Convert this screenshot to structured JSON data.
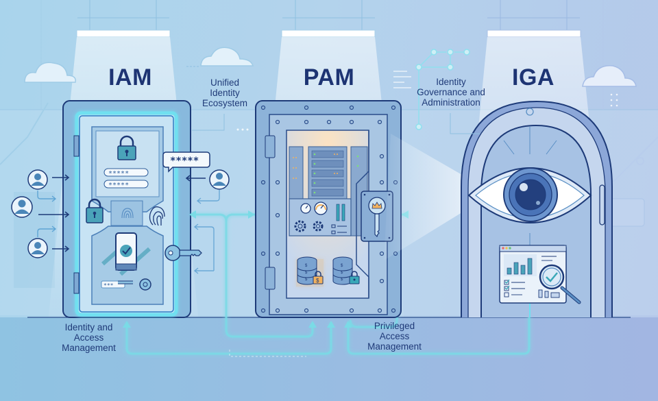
{
  "pillars": [
    {
      "id": "iam",
      "title": "IAM",
      "caption": "Identity and Access Management"
    },
    {
      "id": "pam",
      "title": "PAM",
      "caption": "Privileged Access Management"
    },
    {
      "id": "iga",
      "title": "IGA",
      "caption": "Identity Governance and Administration"
    }
  ],
  "labels": {
    "iam_title": "IAM",
    "pam_title": "PAM",
    "iga_title": "IGA",
    "unified_line1": "Unified",
    "unified_line2": "Identity",
    "unified_line3": "Ecosystem",
    "iga_sub_line1": "Identity",
    "iga_sub_line2": "Governance and",
    "iga_sub_line3": "Administration",
    "iam_caption_line1": "Identity and",
    "iam_caption_line2": "Access",
    "iam_caption_line3": "Management",
    "pam_caption_line1": "Privileged",
    "pam_caption_line2": "Access",
    "pam_caption_line3": "Management",
    "password_mask": "*****",
    "password_short_mask": "***",
    "bubble_mask": "*****",
    "dollar": "$"
  },
  "colors": {
    "navy": "#1d3473",
    "door_blue": "#6e9fd0",
    "glow_cyan": "#6fe0f0",
    "flow_cyan": "#7adbe6",
    "gold": "#f2b25e",
    "teal": "#3aa8b8",
    "floor": "#95c3e3"
  },
  "icons": [
    "user-icon",
    "lock-icon",
    "fingerprint-icon",
    "smartphone-check-icon",
    "key-icon",
    "password-bubble-icon",
    "server-rack-icon",
    "gauge-icon",
    "gear-icon",
    "database-icon",
    "crown-key-icon",
    "eye-icon",
    "dashboard-icon",
    "magnifier-check-icon",
    "cloud-icon",
    "network-node-icon",
    "ceiling-light-icon"
  ]
}
